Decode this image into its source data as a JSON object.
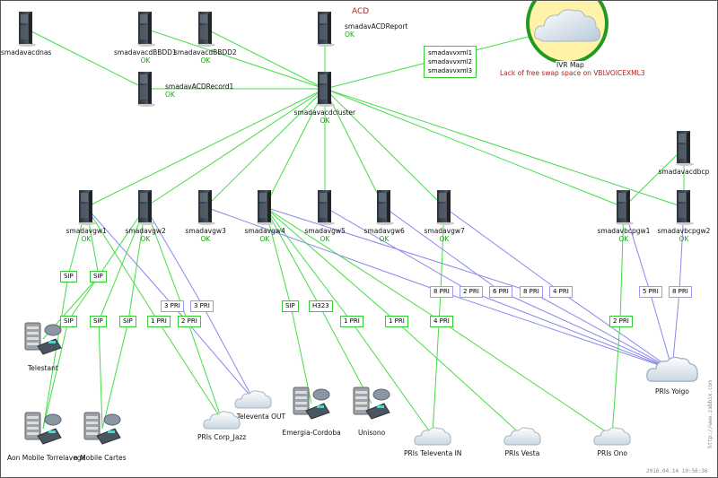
{
  "map": {
    "title": "ACD",
    "timestamp": "2016.04.14 10:56:36",
    "watermark": "http://www.zabbix.com"
  },
  "colors": {
    "link_ok": "#44dd44",
    "link_blue": "#8888ee",
    "status_ok": "#11aa11",
    "problem": "#b22222",
    "ivr_fill": "#fff3a8",
    "ivr_ring": "#229922"
  },
  "servers": [
    {
      "id": "smadavacdnas",
      "label": "smadavacdnas",
      "status": ""
    },
    {
      "id": "smadavacdBBDD1",
      "label": "smadavacdBBDD1",
      "status": "OK"
    },
    {
      "id": "smadavacdBBDD2",
      "label": "smadavacdBBDD2",
      "status": "OK"
    },
    {
      "id": "smadavACDReport",
      "label": "smadavACDReport",
      "status": "OK"
    },
    {
      "id": "smadavACDRecord1",
      "label": "smadavACDRecord1",
      "status": "OK"
    },
    {
      "id": "smadavacdcluster",
      "label": "smadavacdcluster",
      "status": "OK"
    },
    {
      "id": "smadavacdbcp",
      "label": "smadavacdbcp",
      "status": ""
    },
    {
      "id": "smadavgw1",
      "label": "smadavgw1",
      "status": "OK"
    },
    {
      "id": "smadavgw2",
      "label": "smadavgw2",
      "status": "OK"
    },
    {
      "id": "smadavgw3",
      "label": "smadavgw3",
      "status": "OK"
    },
    {
      "id": "smadavgw4",
      "label": "smadavgw4",
      "status": "OK"
    },
    {
      "id": "smadavgw5",
      "label": "smadavgw5",
      "status": "OK"
    },
    {
      "id": "smadavgw6",
      "label": "smadavgw6",
      "status": "OK"
    },
    {
      "id": "smadavgw7",
      "label": "smadavgw7",
      "status": "OK"
    },
    {
      "id": "smadavbcpgw1",
      "label": "smadavbcpgw1",
      "status": "OK"
    },
    {
      "id": "smadavbcpgw2",
      "label": "smadavbcpgw2",
      "status": "OK"
    }
  ],
  "ivr": {
    "label": "IVR Map",
    "problem": "Lack of free swap space on VBLVOICEXML3"
  },
  "vxml_group": [
    "smadavvxml1",
    "smadavvxml2",
    "smadavvxml3"
  ],
  "pbx": [
    {
      "id": "telestant",
      "label": "Telestant"
    },
    {
      "id": "aon",
      "label": "Aon Mobile Torrelavega"
    },
    {
      "id": "cartes",
      "label": "n Mobile Cartes"
    },
    {
      "id": "emergia",
      "label": "Emergia-Cordoba"
    },
    {
      "id": "unisono",
      "label": "Unisono"
    }
  ],
  "clouds": [
    {
      "id": "televenta_out",
      "label": "PRIs Televenta OUT"
    },
    {
      "id": "corp_jazz",
      "label": "PRIs Corp_Jazz"
    },
    {
      "id": "televenta_in",
      "label": "PRIs Televenta IN"
    },
    {
      "id": "vesta",
      "label": "PRIs Vesta"
    },
    {
      "id": "ono",
      "label": "PRIs Ono"
    },
    {
      "id": "yoigo",
      "label": "PRIs Yoigo"
    }
  ],
  "link_labels": [
    {
      "text": "SIP",
      "color": "green"
    },
    {
      "text": "SIP",
      "color": "green"
    },
    {
      "text": "SIP",
      "color": "green"
    },
    {
      "text": "SIP",
      "color": "green"
    },
    {
      "text": "SIP",
      "color": "green"
    },
    {
      "text": "1 PRI",
      "color": "green"
    },
    {
      "text": "2 PRI",
      "color": "green"
    },
    {
      "text": "3 PRI",
      "color": "blue"
    },
    {
      "text": "3 PRI",
      "color": "blue"
    },
    {
      "text": "SIP",
      "color": "green"
    },
    {
      "text": "H323",
      "color": "green"
    },
    {
      "text": "1 PRI",
      "color": "green"
    },
    {
      "text": "1 PRI",
      "color": "green"
    },
    {
      "text": "4 PRI",
      "color": "green"
    },
    {
      "text": "8 PRI",
      "color": "blue"
    },
    {
      "text": "2 PRI",
      "color": "blue"
    },
    {
      "text": "6 PRI",
      "color": "blue"
    },
    {
      "text": "8 PRI",
      "color": "blue"
    },
    {
      "text": "4 PRI",
      "color": "blue"
    },
    {
      "text": "5 PRI",
      "color": "blue"
    },
    {
      "text": "8 PRI",
      "color": "blue"
    },
    {
      "text": "2 PRI",
      "color": "green"
    }
  ]
}
